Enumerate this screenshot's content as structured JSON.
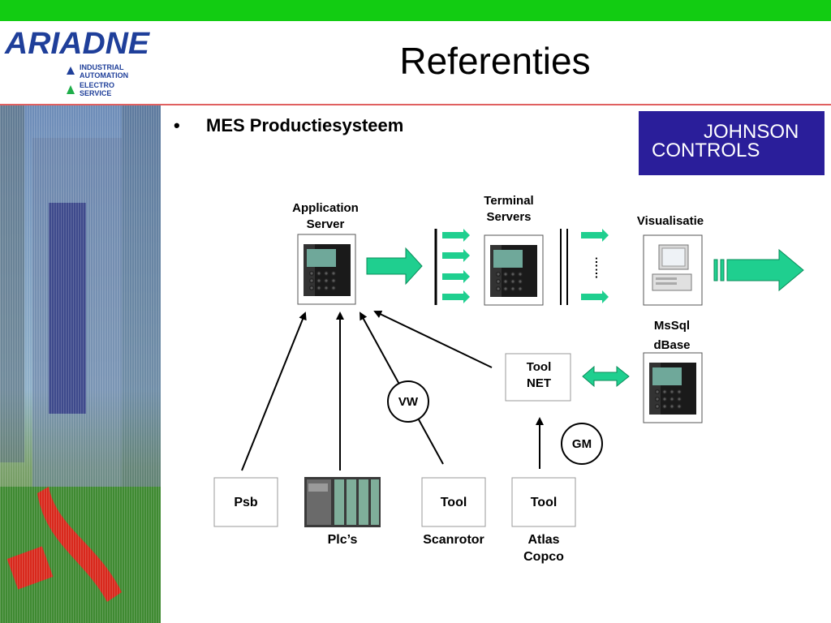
{
  "slide": {
    "title": "Referenties",
    "bullet_marker": "•",
    "bullet_text": "MES Productiesysteem"
  },
  "logo": {
    "brand": "ARIADNE",
    "lines": [
      "INDUSTRIAL",
      "AUTOMATION",
      "ELECTRO",
      "SERVICE"
    ]
  },
  "customer_logo": {
    "line1": "JOHNSON",
    "line2": "CONTROLS"
  },
  "diagram": {
    "application_server": [
      "Application",
      "Server"
    ],
    "terminal_servers": [
      "Terminal",
      "Servers"
    ],
    "visualisatie": "Visualisatie",
    "msql": [
      "MsSql",
      "dBase"
    ],
    "tool_net": [
      "Tool",
      "NET"
    ],
    "vw": "VW",
    "gm": "GM",
    "psb": "Psb",
    "plcs": "Plc’s",
    "tool_scanrotor": "Tool",
    "scanrotor": "Scanrotor",
    "tool_atlas": "Tool",
    "atlas": [
      "Atlas",
      "Copco"
    ],
    "ellipsis": "……"
  },
  "colors": {
    "top_bar": "#12cc12",
    "arrow_fill": "#1fcf8f",
    "rule": "#e06060",
    "jc_background": "#2a1e9a"
  }
}
